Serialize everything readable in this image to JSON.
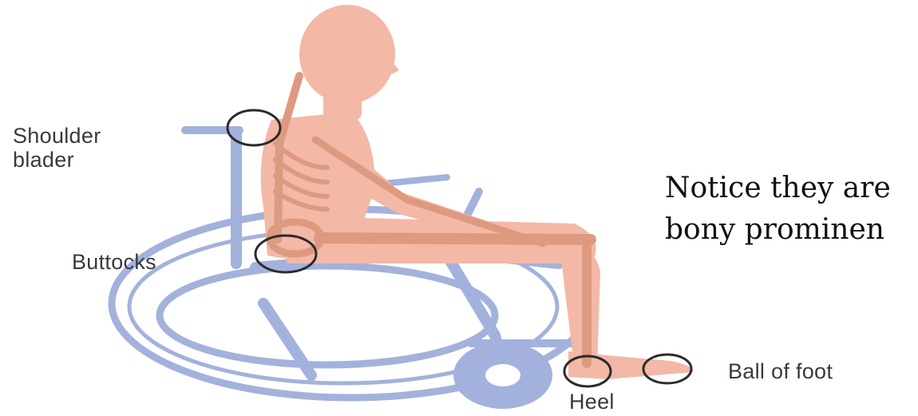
{
  "labels": {
    "shoulder_line1": "Shoulder",
    "shoulder_line2": "blader",
    "buttocks": "Buttocks",
    "heel": "Heel",
    "ball_of_foot": "Ball of foot"
  },
  "note": {
    "line1": "Notice they are",
    "line2": "bony prominen"
  },
  "colors": {
    "body": "#f3b8a6",
    "bone": "#e7a98e",
    "wheelchair": "#a3b2dc",
    "circle": "#2b2b2b",
    "label_text": "#3a3a3a"
  }
}
